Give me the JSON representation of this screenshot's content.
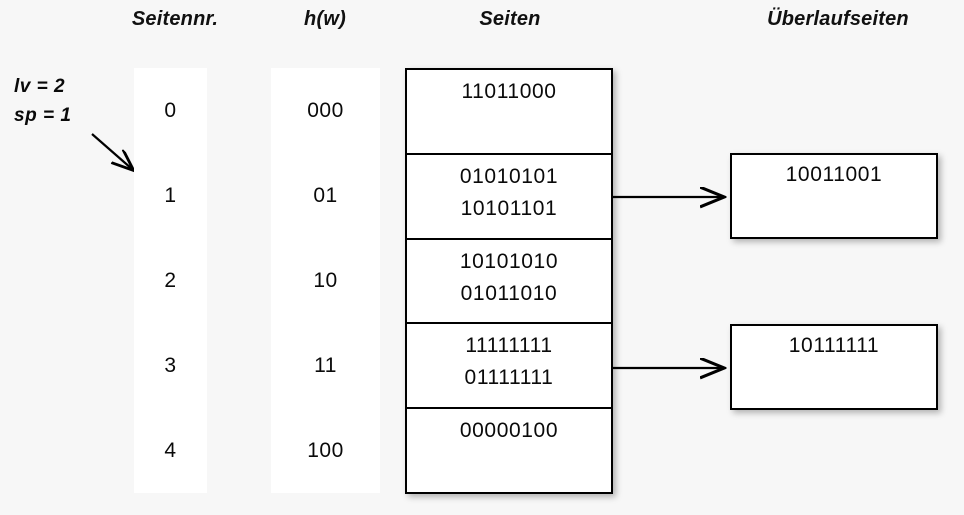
{
  "headers": {
    "seitennr": "Seitennr.",
    "hw": "h(w)",
    "seiten": "Seiten",
    "ueberlaufseiten": "Überlaufseiten"
  },
  "params": {
    "lv": "lv = 2",
    "sp": "sp = 1"
  },
  "rows": [
    {
      "seitennr": "0",
      "hw": "000",
      "records": [
        "11011000"
      ],
      "overflow": null
    },
    {
      "seitennr": "1",
      "hw": "01",
      "records": [
        "01010101",
        "10101101"
      ],
      "overflow": "10011001"
    },
    {
      "seitennr": "2",
      "hw": "10",
      "records": [
        "10101010",
        "01011010"
      ],
      "overflow": null
    },
    {
      "seitennr": "3",
      "hw": "11",
      "records": [
        "11111111",
        "01111111"
      ],
      "overflow": "10111111"
    },
    {
      "seitennr": "4",
      "hw": "100",
      "records": [
        "00000100"
      ],
      "overflow": null
    }
  ],
  "overflow_pages": [
    {
      "value": "10011001",
      "from_row": 1
    },
    {
      "value": "10111111",
      "from_row": 3
    }
  ],
  "colors": {
    "background": "#f7f7f7",
    "surface": "#ffffff",
    "stroke": "#000000",
    "text": "#0a0a0a"
  }
}
